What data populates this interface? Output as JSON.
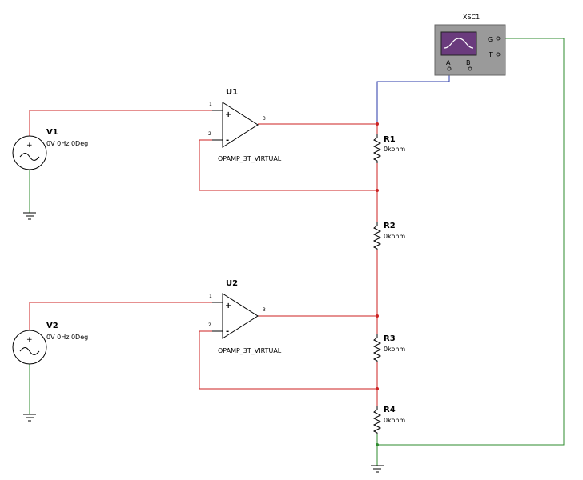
{
  "scope": {
    "ref": "XSC1",
    "pin_a": "A",
    "pin_b": "B",
    "pin_g": "G",
    "pin_t": "T"
  },
  "sources": [
    {
      "ref": "V1",
      "value": "0V 0Hz 0Deg"
    },
    {
      "ref": "V2",
      "value": "0V 0Hz 0Deg"
    }
  ],
  "opamps": [
    {
      "ref": "U1",
      "model": "OPAMP_3T_VIRTUAL",
      "pin1": "1",
      "pin2": "2",
      "pin3": "3"
    },
    {
      "ref": "U2",
      "model": "OPAMP_3T_VIRTUAL",
      "pin1": "1",
      "pin2": "2",
      "pin3": "3"
    }
  ],
  "resistors": [
    {
      "ref": "R1",
      "value": "0kohm"
    },
    {
      "ref": "R2",
      "value": "0kohm"
    },
    {
      "ref": "R3",
      "value": "0kohm"
    },
    {
      "ref": "R4",
      "value": "0kohm"
    }
  ],
  "colors": {
    "wire": "#cc2222",
    "ground_wire": "#2e8b2e",
    "scope_a_wire": "#2a3aa8",
    "scope_body": "#9a9a9a",
    "scope_screen": "#6a3b7d"
  }
}
